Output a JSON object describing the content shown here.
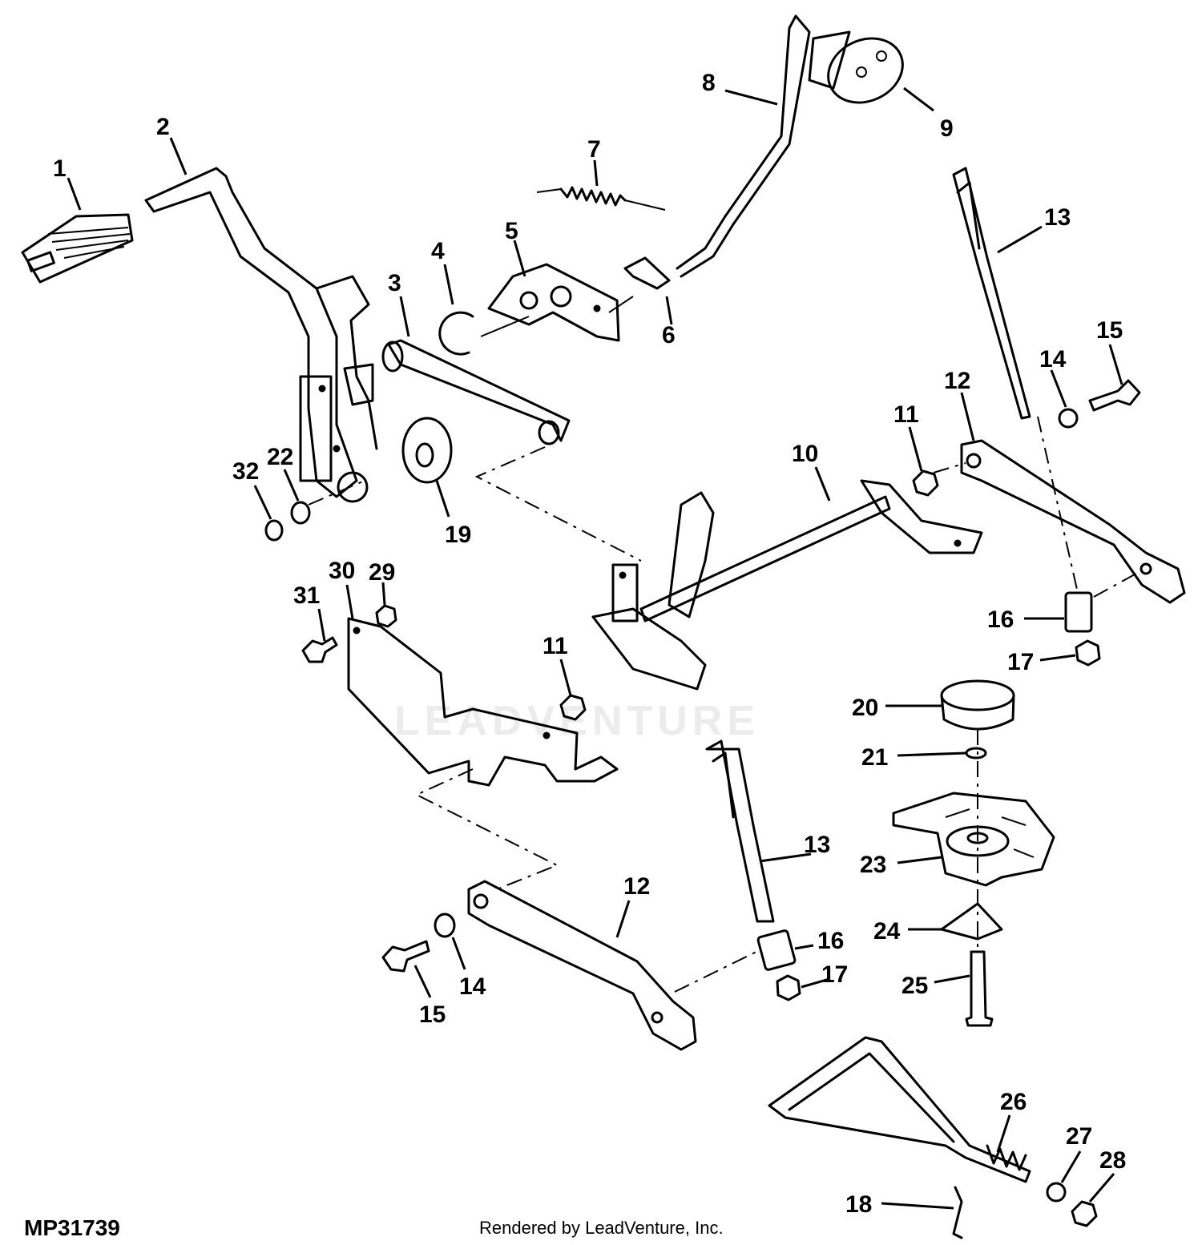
{
  "diagram": {
    "reference_code": "MP31739",
    "credit": "Rendered by LeadVenture, Inc.",
    "watermark": "LEADVENTURE",
    "callouts": [
      "1",
      "2",
      "3",
      "4",
      "5",
      "6",
      "7",
      "8",
      "9",
      "10",
      "11",
      "11",
      "12",
      "12",
      "13",
      "13",
      "14",
      "14",
      "15",
      "15",
      "16",
      "16",
      "17",
      "17",
      "18",
      "19",
      "20",
      "21",
      "22",
      "23",
      "24",
      "25",
      "26",
      "27",
      "28",
      "29",
      "30",
      "31",
      "32"
    ]
  }
}
